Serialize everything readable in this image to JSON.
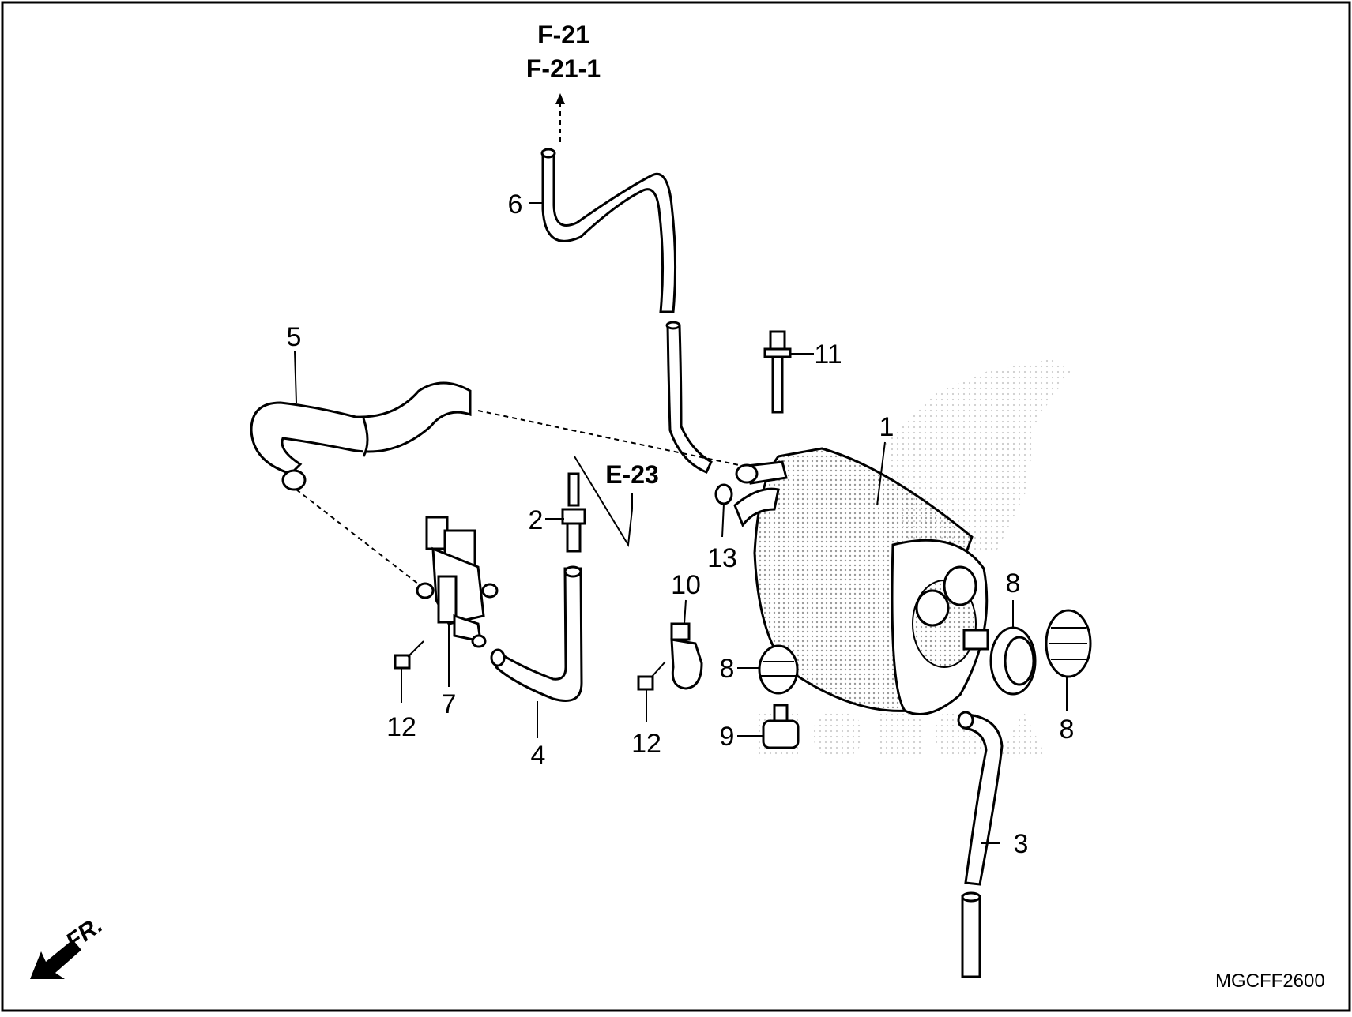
{
  "diagram": {
    "drawing_code": "MGCFF2600",
    "front_indicator": "FR.",
    "references": {
      "top_line1": "F-21",
      "top_line2": "F-21-1",
      "mid": "E-23"
    },
    "watermark": "HONDA",
    "callouts": {
      "c1": "1",
      "c2": "2",
      "c3": "3",
      "c4": "4",
      "c5": "5",
      "c6": "6",
      "c7": "7",
      "c8a": "8",
      "c8b": "8",
      "c8c": "8",
      "c9": "9",
      "c10": "10",
      "c11": "11",
      "c12a": "12",
      "c12b": "12",
      "c13": "13"
    }
  }
}
